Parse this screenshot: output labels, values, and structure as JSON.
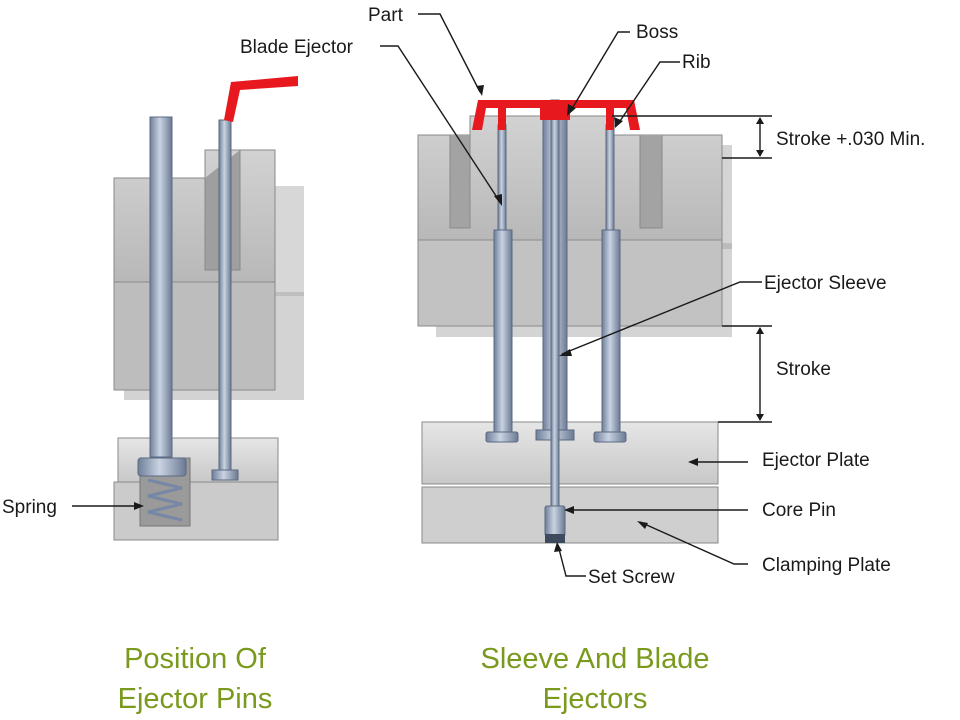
{
  "labels": {
    "part": "Part",
    "boss": "Boss",
    "rib": "Rib",
    "blade_ejector": "Blade Ejector",
    "stroke_030": "Stroke +.030 Min.",
    "ejector_sleeve": "Ejector Sleeve",
    "stroke": "Stroke",
    "ejector_plate": "Ejector Plate",
    "core_pin": "Core Pin",
    "clamping_plate": "Clamping Plate",
    "set_screw": "Set Screw",
    "spring": "Spring"
  },
  "captions": {
    "left_line1": "Position Of",
    "left_line2": "Ejector Pins",
    "right_line1": "Sleeve And Blade",
    "right_line2": "Ejectors"
  },
  "colors": {
    "part": "#e8191e",
    "caption": "#7a9a1e",
    "plate_light": "#d9d9d9",
    "plate_mid": "#c3c3c3",
    "plate_dark": "#a8a8a8",
    "pin": "#8f9fb8"
  }
}
